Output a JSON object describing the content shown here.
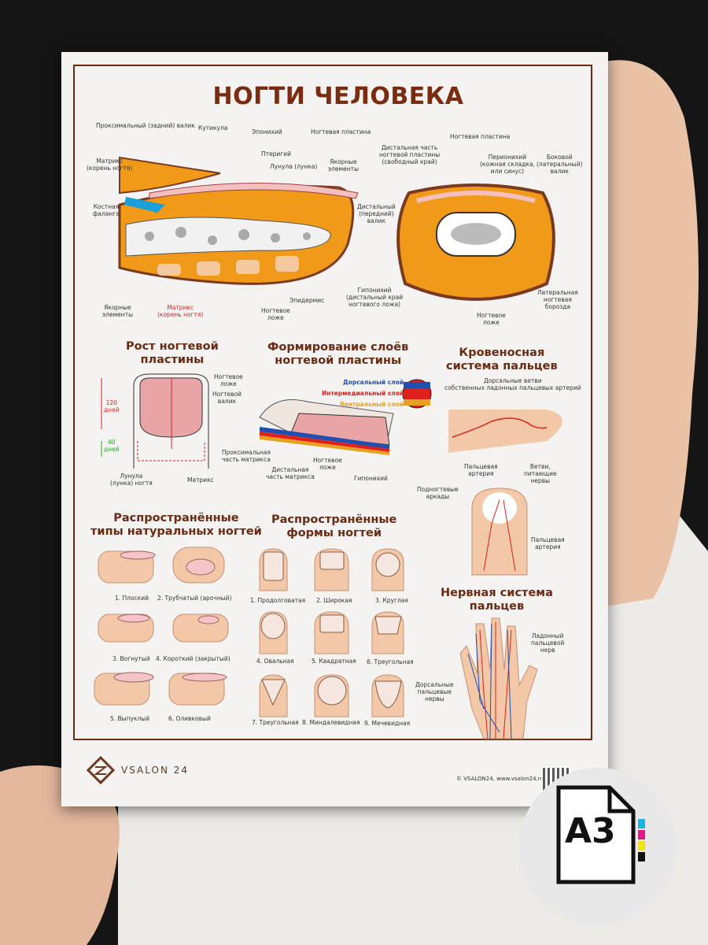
{
  "title": "НОГТИ ЧЕЛОВЕКА",
  "longitudinal": {
    "labels": [
      "Проксимальный (задний) валик",
      "Кутикула",
      "Эпонихий",
      "Ногтевая пластина",
      "Птеригий",
      "Лунула (лунка)",
      "Матрикс\n(корень ногтя)",
      "Якорные\nэлементы",
      "Дистальная часть\nногтевой пластины\n(свободный край)",
      "Костная\nфаланга",
      "Дистальный\n(передний)\nвалик",
      "Якорные\nэлементы",
      "Матрикс\n(корень ногтя)",
      "Ногтевое\nложе",
      "Эпидермис",
      "Гипонихий\n(дистальный край\nногтевого ложа)"
    ]
  },
  "cross": {
    "labels": [
      "Ногтевая пластина",
      "Перионихий\n(кожная складка,\nили синус)",
      "Боковой\n(латеральный)\nвалик",
      "Латеральная\nногтевая\nборозда",
      "Ногтевое\nложе"
    ]
  },
  "growth": {
    "heading": "Рост ногтевой\nпластины",
    "labels": [
      "120\nдней",
      "40\nдней",
      "Ногтевое\nложе",
      "Ногтевой\nвалик",
      "Лунула\n(лунка) ногтя",
      "Матрикс"
    ]
  },
  "layers": {
    "heading": "Формирование слоёв\nногтевой пластины",
    "labels": [
      "Дорсальный слой",
      "Интермедиальный слой",
      "Вентральный слой",
      "Проксимальная\nчасть матрикса",
      "Дистальная\nчасть матрикса",
      "Ногтевое\nложе",
      "Гипонихий"
    ]
  },
  "blood": {
    "heading": "Кровеносная\nсистема пальцев",
    "labels": [
      "Дорсальные ветви\nсобственных ладонных пальцевых артерий",
      "Пальцевая\nартерия",
      "Ветви,\nпитающие\nнервы",
      "Подногтевые\nаркады",
      "Пальцевая\nартерия"
    ]
  },
  "nerve": {
    "heading": "Нервная система\nпальцев",
    "labels": [
      "Ладонный\nпальцевой\nнерв",
      "Дорсальные\nпальцевые\nнервы"
    ]
  },
  "types": {
    "heading": "Распространённые\nтипы натуральных ногтей",
    "items": [
      "1. Плоский",
      "2. Трубчатый (арочный)",
      "3. Вогнутый",
      "4. Короткий (закрытый)",
      "5. Выпуклый",
      "6. Оливковый"
    ]
  },
  "forms": {
    "heading": "Распространённые\nформы ногтей",
    "items": [
      "1. Продолговатая",
      "2. Широкая",
      "3. Круглая",
      "4. Овальная",
      "5. Квадратная",
      "6. Треугольная",
      "7. Треугольная",
      "8. Миндалевидная",
      "9. Мечевидная"
    ]
  },
  "footer": {
    "brand": "VSALON 24",
    "copyright": "© VSALON24, www.vsalon24.ru"
  },
  "badge": {
    "format": "A3"
  },
  "colors": {
    "heading": "#6b2a12",
    "dorsal": "#1f4fb0",
    "intermediate": "#e0201a",
    "ventral": "#e8a020"
  }
}
